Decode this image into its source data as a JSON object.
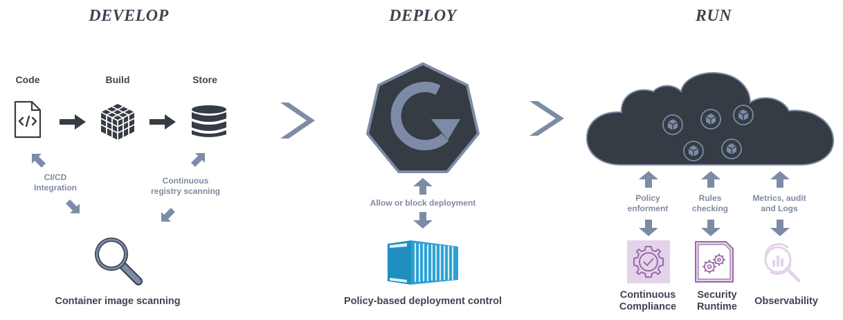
{
  "phases": {
    "develop": "DEVELOP",
    "deploy": "DEPLOY",
    "run": "RUN"
  },
  "develop": {
    "steps": {
      "code": "Code",
      "build": "Build",
      "store": "Store"
    },
    "cicd": "CI/CD\nIntegration",
    "registry": "Continuous\nregistry scanning",
    "scanning": "Container image scanning"
  },
  "deploy": {
    "allow_block": "Allow or block deployment",
    "control": "Policy-based deployment control"
  },
  "run": {
    "policy": "Policy\nenforment",
    "rules": "Rules\nchecking",
    "metrics": "Metrics, audit\nand Logs",
    "compliance": "Continuous\nCompliance",
    "runtime": "Security\nRuntime",
    "observability": "Observability"
  },
  "colors": {
    "dark": "#353c44",
    "slate": "#7d8ba6",
    "text": "#3f4452",
    "muted": "#7f8aa0",
    "container_blue": "#1f8fc0",
    "purple": "#9a6aa8",
    "purple_bg": "#e3d3ea"
  },
  "icons": {
    "code": "code-file-icon",
    "build": "cube-grid-icon",
    "store": "database-icon",
    "scan": "magnifier-icon",
    "kubernetes": "heptagon-refresh-icon",
    "container": "shipping-container-icon",
    "cloud": "cloud-icon",
    "compliance": "gear-check-icon",
    "runtime": "gears-document-icon",
    "observability": "chart-magnifier-icon"
  }
}
